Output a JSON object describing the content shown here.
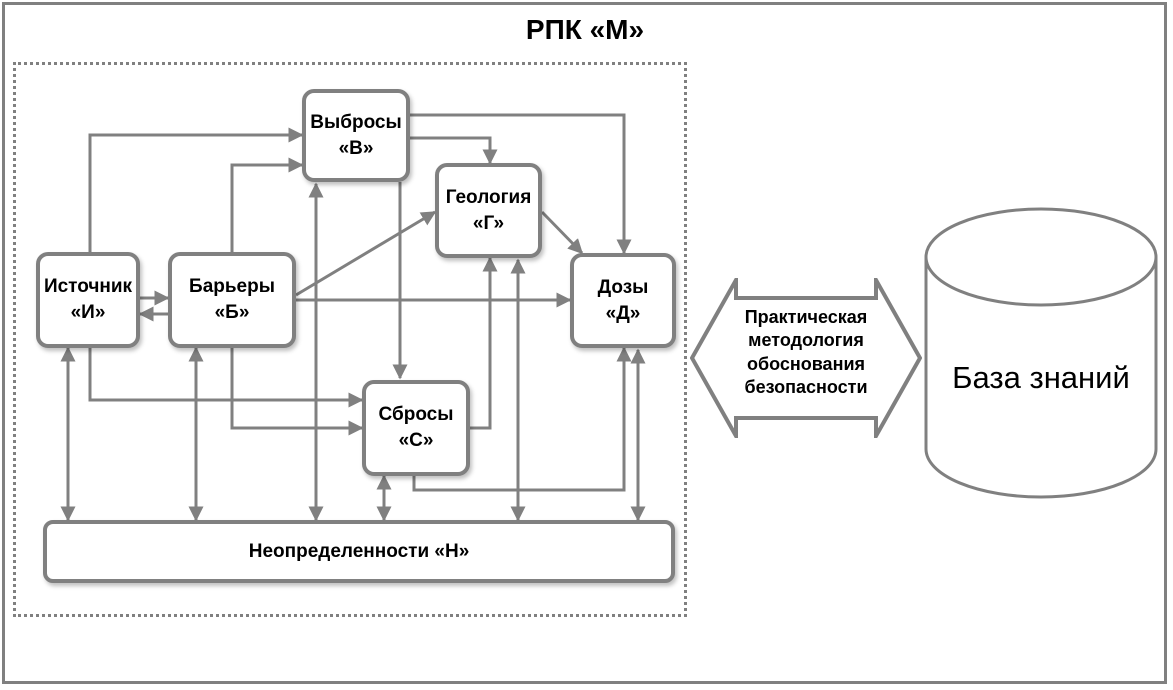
{
  "title": "РПК «М»",
  "nodes": {
    "source": "Источник\n«И»",
    "barriers": "Барьеры\n«Б»",
    "emissions": "Выбросы\n«В»",
    "geology": "Геология\n«Г»",
    "doses": "Дозы\n«Д»",
    "discharges": "Сбросы\n«С»",
    "uncertainties": "Неопределенности «Н»"
  },
  "methodology": "Практическая\nметодология\nобоснования\nбезопасности",
  "database": "База знаний",
  "colors": {
    "line": "#808080",
    "frame": "#808080",
    "text": "#000000"
  }
}
